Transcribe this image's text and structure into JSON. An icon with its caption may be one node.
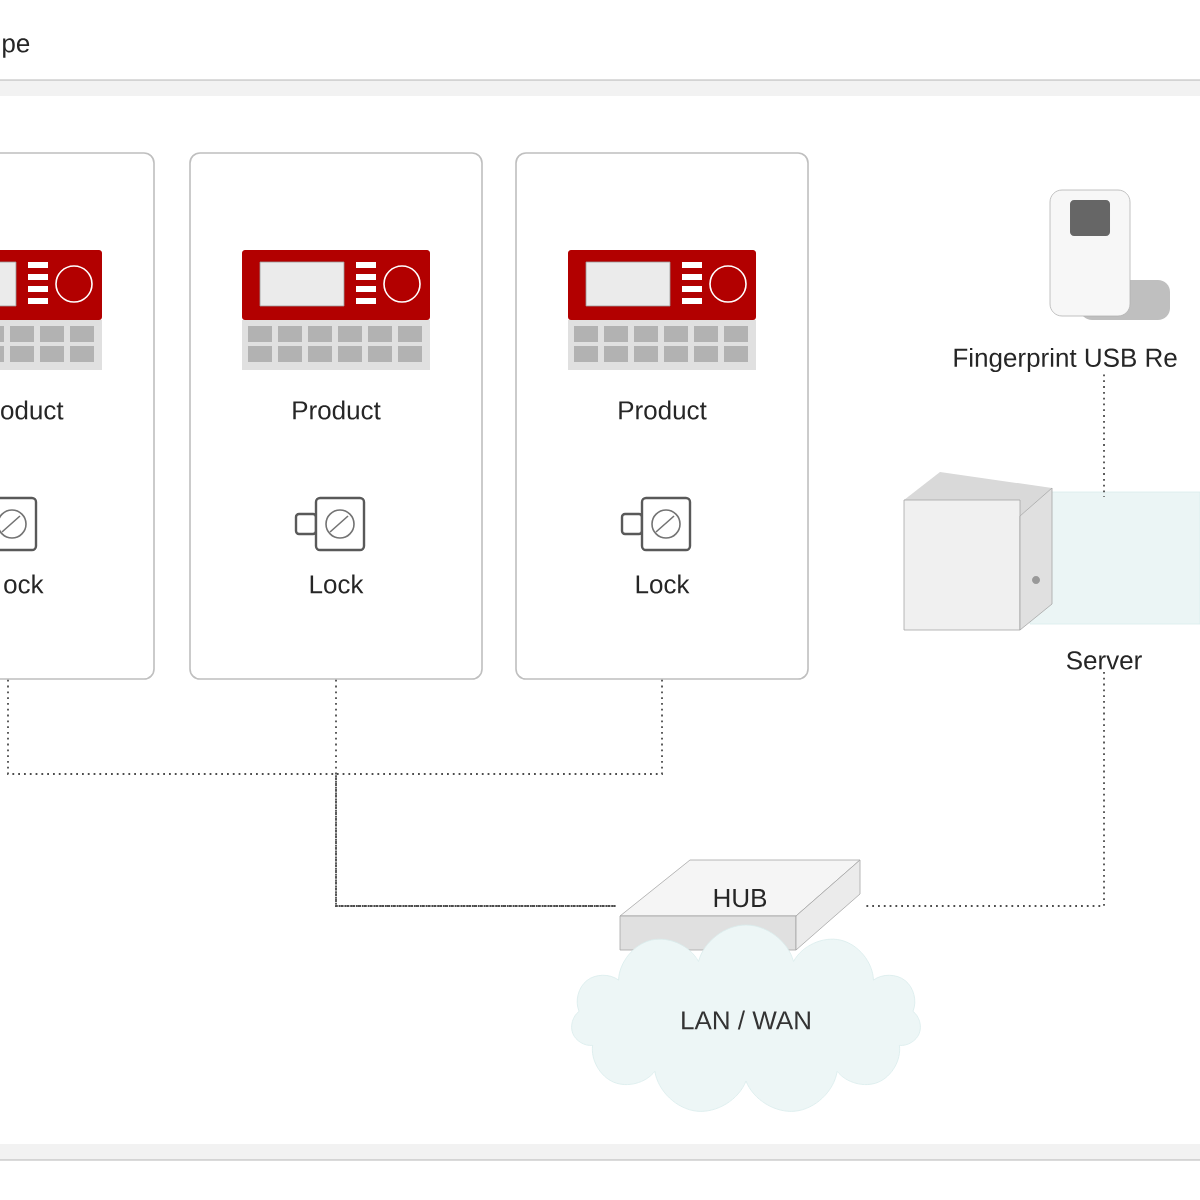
{
  "diagram": {
    "title": "pe",
    "nodes": [
      {
        "text": [],
        "shape": "box"
      },
      {
        "text": [
          "oduct"
        ],
        "in": 0
      },
      {
        "text": [
          "ock"
        ],
        "in": 0
      },
      {
        "text": [],
        "shape": "box"
      },
      {
        "text": [
          "Product"
        ],
        "in": 3
      },
      {
        "text": [
          "Lock"
        ],
        "in": 3
      },
      {
        "text": [],
        "shape": "box"
      },
      {
        "text": [
          "Product"
        ],
        "in": 6
      },
      {
        "text": [
          "Lock"
        ],
        "in": 6
      },
      {
        "text": [
          "Fingerprint USB Re"
        ]
      },
      {
        "text": [
          "Server"
        ]
      },
      {
        "text": [
          "HUB"
        ]
      },
      {
        "text": [
          "LAN / WAN"
        ]
      }
    ],
    "edges": [
      {
        "from": 0,
        "to": 11,
        "arrow": "none"
      },
      {
        "from": 3,
        "to": 11,
        "arrow": "none"
      },
      {
        "from": 6,
        "to": 11,
        "arrow": "none"
      },
      {
        "from": 10,
        "to": 11,
        "arrow": "none"
      },
      {
        "from": 9,
        "to": 10,
        "arrow": "none"
      }
    ]
  }
}
